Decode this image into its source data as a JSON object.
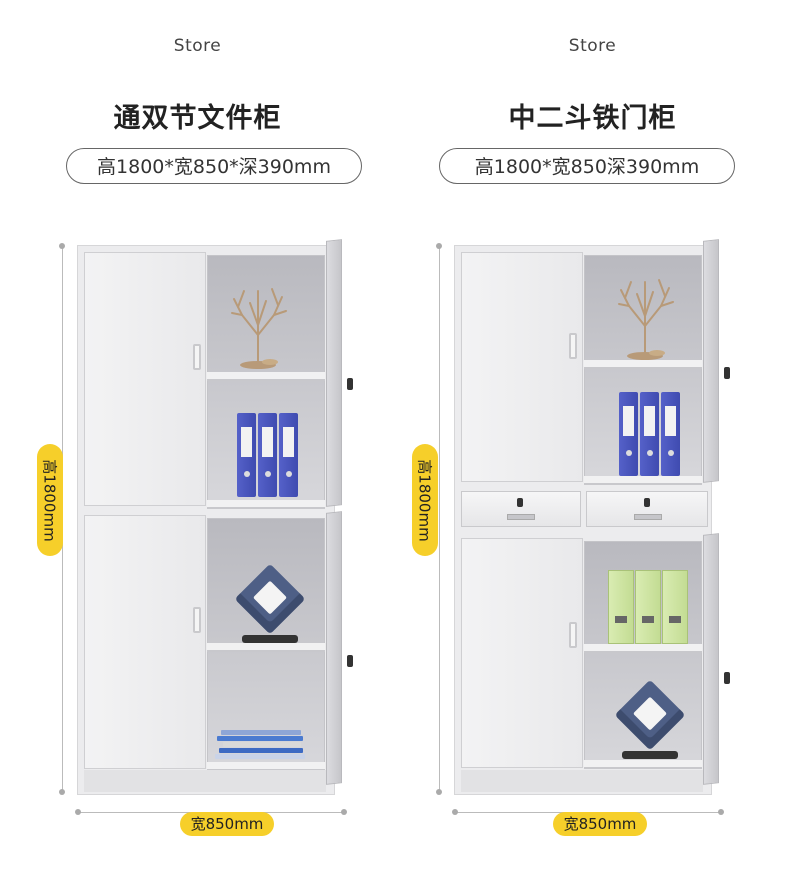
{
  "left": {
    "brand": "Store",
    "title": "通双节文件柜",
    "dims": "高1800*宽850*深390mm",
    "height_label": "高1800mm",
    "width_label": "宽850mm"
  },
  "right": {
    "brand": "Store",
    "title": "中二斗铁门柜",
    "dims": "高1800*宽850深390mm",
    "height_label": "高1800mm",
    "width_label": "宽850mm"
  },
  "colors": {
    "label_yellow": "#f6cf2a",
    "binder_blue": "#4a55bd",
    "filebox_green": "#cfe3a2",
    "cabinet_white": "#ececee"
  },
  "icons": {
    "decor": "deer-antler-sculpture",
    "clock": "cube-clock",
    "files": "file-binders"
  }
}
